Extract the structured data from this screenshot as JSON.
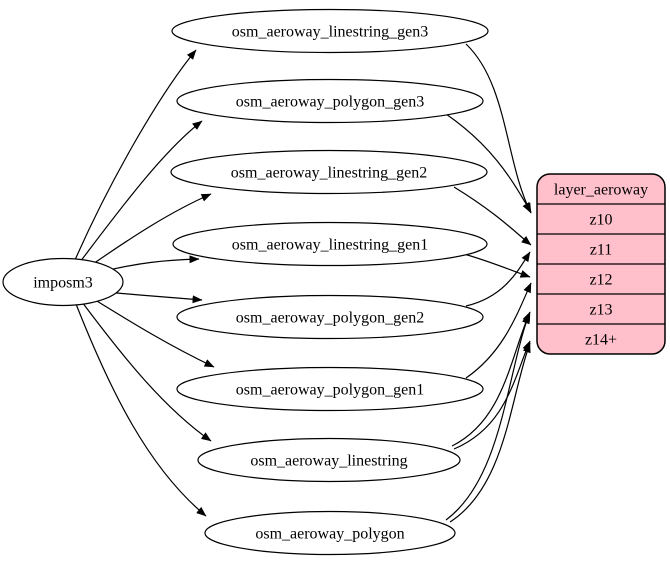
{
  "diagram_type": "etl-graph",
  "colors": {
    "background": "#ffffff",
    "table_fill": "#ffffff",
    "layer_fill": "#ffc0cb",
    "stroke": "#000000"
  },
  "nodes": {
    "source": {
      "id": "imposm3",
      "label": "imposm3",
      "shape": "ellipse"
    },
    "tables": [
      {
        "id": "osm_aeroway_linestring_gen3",
        "label": "osm_aeroway_linestring_gen3"
      },
      {
        "id": "osm_aeroway_polygon_gen3",
        "label": "osm_aeroway_polygon_gen3"
      },
      {
        "id": "osm_aeroway_linestring_gen2",
        "label": "osm_aeroway_linestring_gen2"
      },
      {
        "id": "osm_aeroway_linestring_gen1",
        "label": "osm_aeroway_linestring_gen1"
      },
      {
        "id": "osm_aeroway_polygon_gen2",
        "label": "osm_aeroway_polygon_gen2"
      },
      {
        "id": "osm_aeroway_polygon_gen1",
        "label": "osm_aeroway_polygon_gen1"
      },
      {
        "id": "osm_aeroway_linestring",
        "label": "osm_aeroway_linestring"
      },
      {
        "id": "osm_aeroway_polygon",
        "label": "osm_aeroway_polygon"
      }
    ],
    "layer": {
      "id": "layer_aeroway",
      "header": "layer_aeroway",
      "rows": [
        "z10",
        "z11",
        "z12",
        "z13",
        "z14+"
      ]
    }
  },
  "edges": {
    "from_source": [
      {
        "from": "imposm3",
        "to": "osm_aeroway_linestring_gen3"
      },
      {
        "from": "imposm3",
        "to": "osm_aeroway_polygon_gen3"
      },
      {
        "from": "imposm3",
        "to": "osm_aeroway_linestring_gen2"
      },
      {
        "from": "imposm3",
        "to": "osm_aeroway_linestring_gen1"
      },
      {
        "from": "imposm3",
        "to": "osm_aeroway_polygon_gen2"
      },
      {
        "from": "imposm3",
        "to": "osm_aeroway_polygon_gen1"
      },
      {
        "from": "imposm3",
        "to": "osm_aeroway_linestring"
      },
      {
        "from": "imposm3",
        "to": "osm_aeroway_polygon"
      }
    ],
    "to_layer": [
      {
        "from": "osm_aeroway_linestring_gen3",
        "to": "layer_aeroway",
        "row": "z10"
      },
      {
        "from": "osm_aeroway_polygon_gen3",
        "to": "layer_aeroway",
        "row": "z10"
      },
      {
        "from": "osm_aeroway_linestring_gen2",
        "to": "layer_aeroway",
        "row": "z11"
      },
      {
        "from": "osm_aeroway_polygon_gen2",
        "to": "layer_aeroway",
        "row": "z11"
      },
      {
        "from": "osm_aeroway_linestring_gen1",
        "to": "layer_aeroway",
        "row": "z12"
      },
      {
        "from": "osm_aeroway_polygon_gen1",
        "to": "layer_aeroway",
        "row": "z12"
      },
      {
        "from": "osm_aeroway_linestring",
        "to": "layer_aeroway",
        "row": "z13"
      },
      {
        "from": "osm_aeroway_linestring",
        "to": "layer_aeroway",
        "row": "z14+"
      },
      {
        "from": "osm_aeroway_polygon",
        "to": "layer_aeroway",
        "row": "z13"
      },
      {
        "from": "osm_aeroway_polygon",
        "to": "layer_aeroway",
        "row": "z14+"
      }
    ]
  }
}
